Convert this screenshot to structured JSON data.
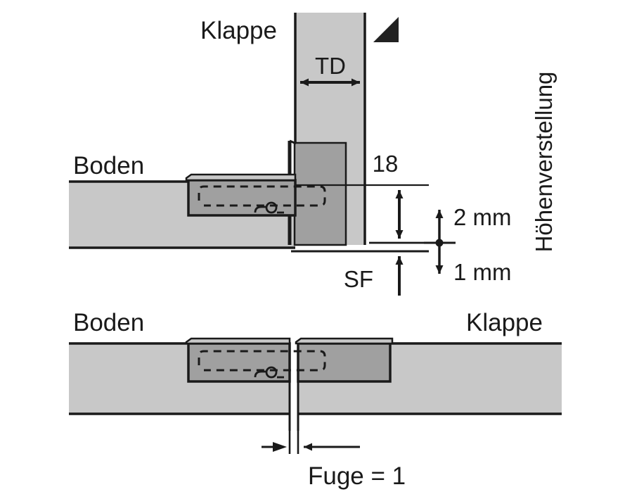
{
  "diagram": {
    "title_labels": {
      "klappe_top": "Klappe",
      "boden_top": "Boden",
      "boden_bottom": "Boden",
      "klappe_bottom": "Klappe"
    },
    "dimensions": {
      "td": "TD",
      "eighteen": "18",
      "sf": "SF",
      "adjust_up": "2 mm",
      "adjust_down": "1 mm",
      "gap": "Fuge = 1"
    },
    "vertical_label": "Höhenverstellung",
    "colors": {
      "panel_light": "#c8c8c8",
      "hinge_dark": "#a0a0a0",
      "outline": "#1a1a1a",
      "background": "#ffffff"
    },
    "icons": {
      "corner_marker": "filled-right-triangle",
      "adjust_marker": "crosshair-dot"
    }
  }
}
